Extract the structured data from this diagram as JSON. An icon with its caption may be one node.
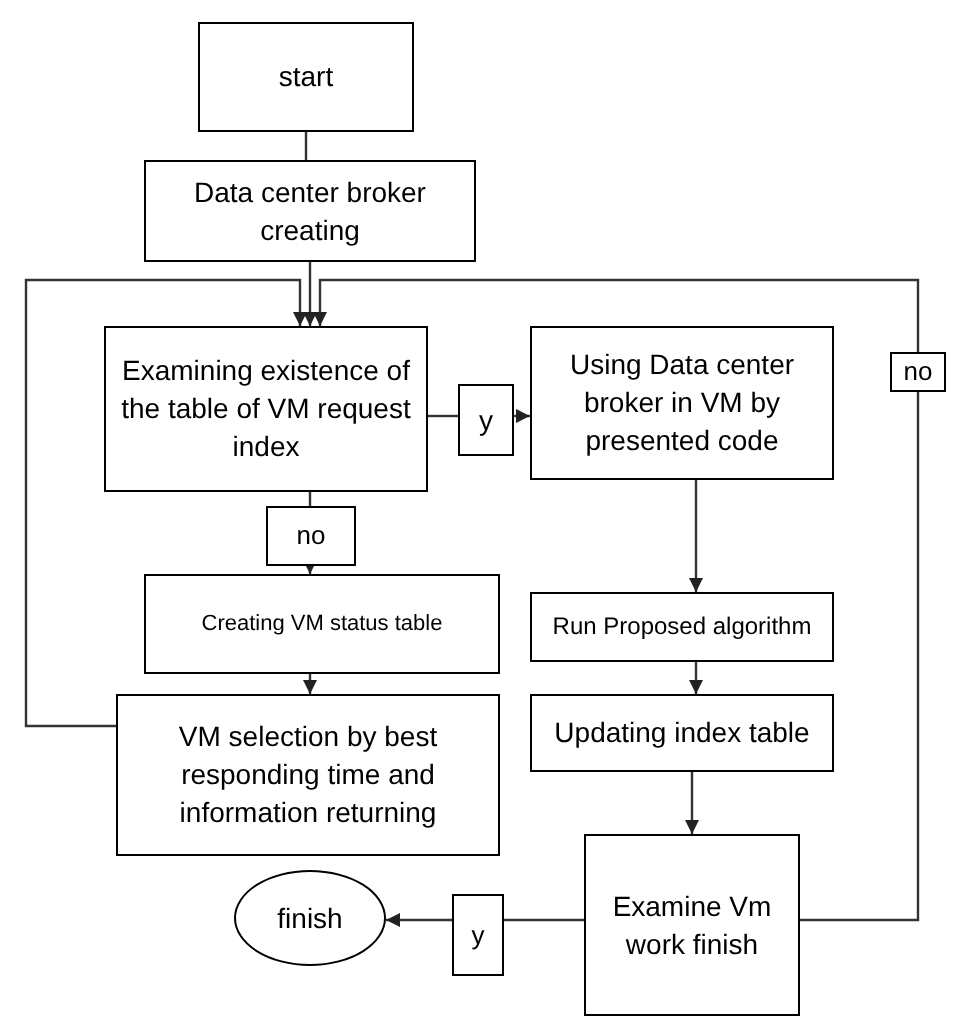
{
  "diagram": {
    "nodes": [
      {
        "text": [
          "start"
        ]
      },
      {
        "text": [
          "Data center broker creating"
        ]
      },
      {
        "text": [
          "Examining existence of the table of VM request index"
        ]
      },
      {
        "text": [
          "y"
        ]
      },
      {
        "text": [
          "Using Data center broker in VM by presented code"
        ]
      },
      {
        "text": [
          "no"
        ]
      },
      {
        "text": [
          "no"
        ]
      },
      {
        "text": [
          "Creating VM status table"
        ]
      },
      {
        "text": [
          "VM selection by best responding time and information returning"
        ]
      },
      {
        "text": [
          "Run Proposed algorithm"
        ]
      },
      {
        "text": [
          "Updating index table"
        ]
      },
      {
        "text": [
          "Examine Vm work finish"
        ]
      },
      {
        "text": [
          "y"
        ]
      },
      {
        "text": [
          "finish"
        ]
      }
    ],
    "edges": [
      {
        "from": 0,
        "to": 1,
        "arrow": "none"
      },
      {
        "from": 1,
        "to": 2,
        "arrow": "to"
      },
      {
        "from": 2,
        "to": 3,
        "arrow": "none"
      },
      {
        "from": 3,
        "to": 4,
        "arrow": "to"
      },
      {
        "from": 2,
        "to": 6,
        "arrow": "none"
      },
      {
        "from": 6,
        "to": 7,
        "arrow": "to"
      },
      {
        "from": 7,
        "to": 8,
        "arrow": "to"
      },
      {
        "from": 8,
        "to": 2,
        "arrow": "to"
      },
      {
        "from": 4,
        "to": 9,
        "arrow": "to"
      },
      {
        "from": 9,
        "to": 10,
        "arrow": "to"
      },
      {
        "from": 10,
        "to": 11,
        "arrow": "to"
      },
      {
        "from": 11,
        "to": 12,
        "arrow": "none"
      },
      {
        "from": 12,
        "to": 13,
        "arrow": "to"
      },
      {
        "from": 11,
        "to": 5,
        "arrow": "none"
      },
      {
        "from": 5,
        "to": 2,
        "arrow": "to"
      }
    ]
  }
}
